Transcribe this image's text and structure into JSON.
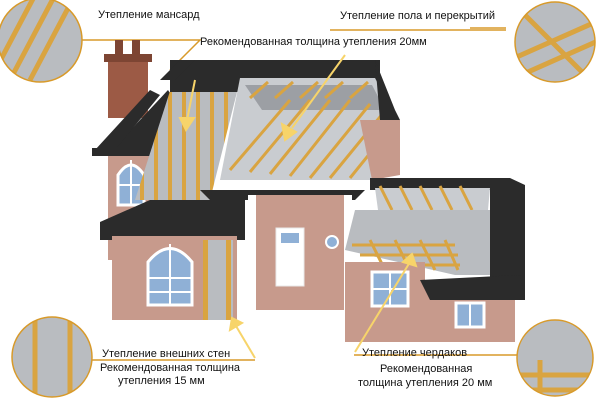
{
  "callouts": {
    "attic_rooms": {
      "title": "Утепление мансард"
    },
    "floors": {
      "title": "Утепление пола и перекрытий",
      "note": "Рекомендованная толщина утепления 20мм"
    },
    "walls": {
      "title": "Утепление внешних стен",
      "note_line1": "Рекомендованная толщина",
      "note_line2": "утепления 15 мм"
    },
    "attics": {
      "title": "Утепление чердаков",
      "note_line1": "Рекомендованная",
      "note_line2": "толщина утепления 20 мм"
    }
  },
  "colors": {
    "roof": "#2b2b2b",
    "wall": "#c79a8c",
    "trim": "#ffffff",
    "wood": "#d9a441",
    "insulation": "#b9bcc0",
    "chimney": "#9c5a45",
    "arrow": "#f7d46a",
    "leader": "#d89a2a",
    "window_glass": "#8fb0d6"
  },
  "icons": {
    "top_left": "insulation-detail-icon",
    "top_right": "insulation-detail-icon",
    "bottom_left": "insulation-detail-icon",
    "bottom_right": "insulation-detail-icon"
  }
}
